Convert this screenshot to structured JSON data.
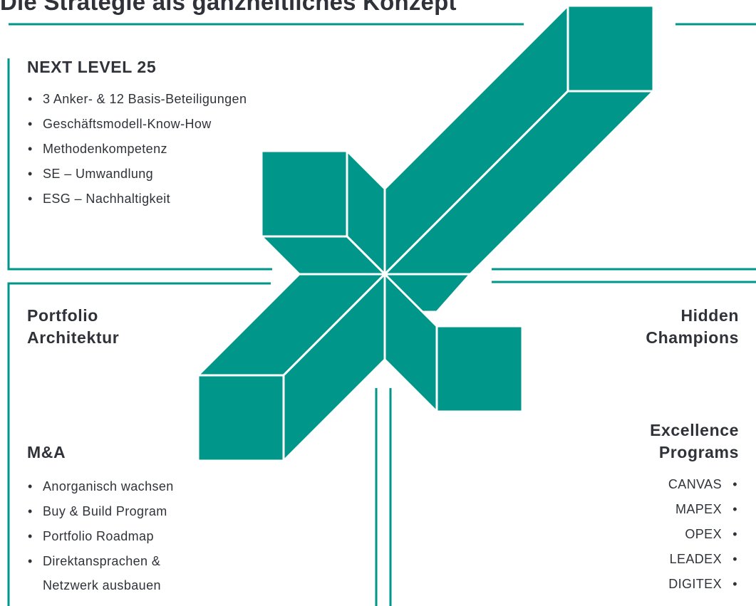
{
  "title": "Die Strategie als ganzheitliches Konzept",
  "colors": {
    "teal": "#00968a",
    "text": "#2f3339",
    "background": "#ffffff"
  },
  "next_level": {
    "heading": "NEXT LEVEL 25",
    "items": [
      "3 Anker- & 12 Basis-Beteiligungen",
      "Geschäftsmodell-Know-How",
      "Methodenkompetenz",
      "SE – Umwandlung",
      "ESG – Nachhaltigkeit"
    ]
  },
  "portfolio": {
    "line1": "Portfolio",
    "line2": "Architektur"
  },
  "hidden": {
    "line1": "Hidden",
    "line2": "Champions"
  },
  "ma": {
    "heading": "M&A",
    "items": [
      "Anorganisch wachsen",
      "Buy & Build Program",
      "Portfolio Roadmap",
      "Direktansprachen &",
      "Netzwerk ausbauen"
    ]
  },
  "excellence": {
    "line1": "Excellence",
    "line2": "Programs",
    "items": [
      "CANVAS",
      "MAPEX",
      "OPEX",
      "LEADEX",
      "DIGITEX"
    ]
  }
}
